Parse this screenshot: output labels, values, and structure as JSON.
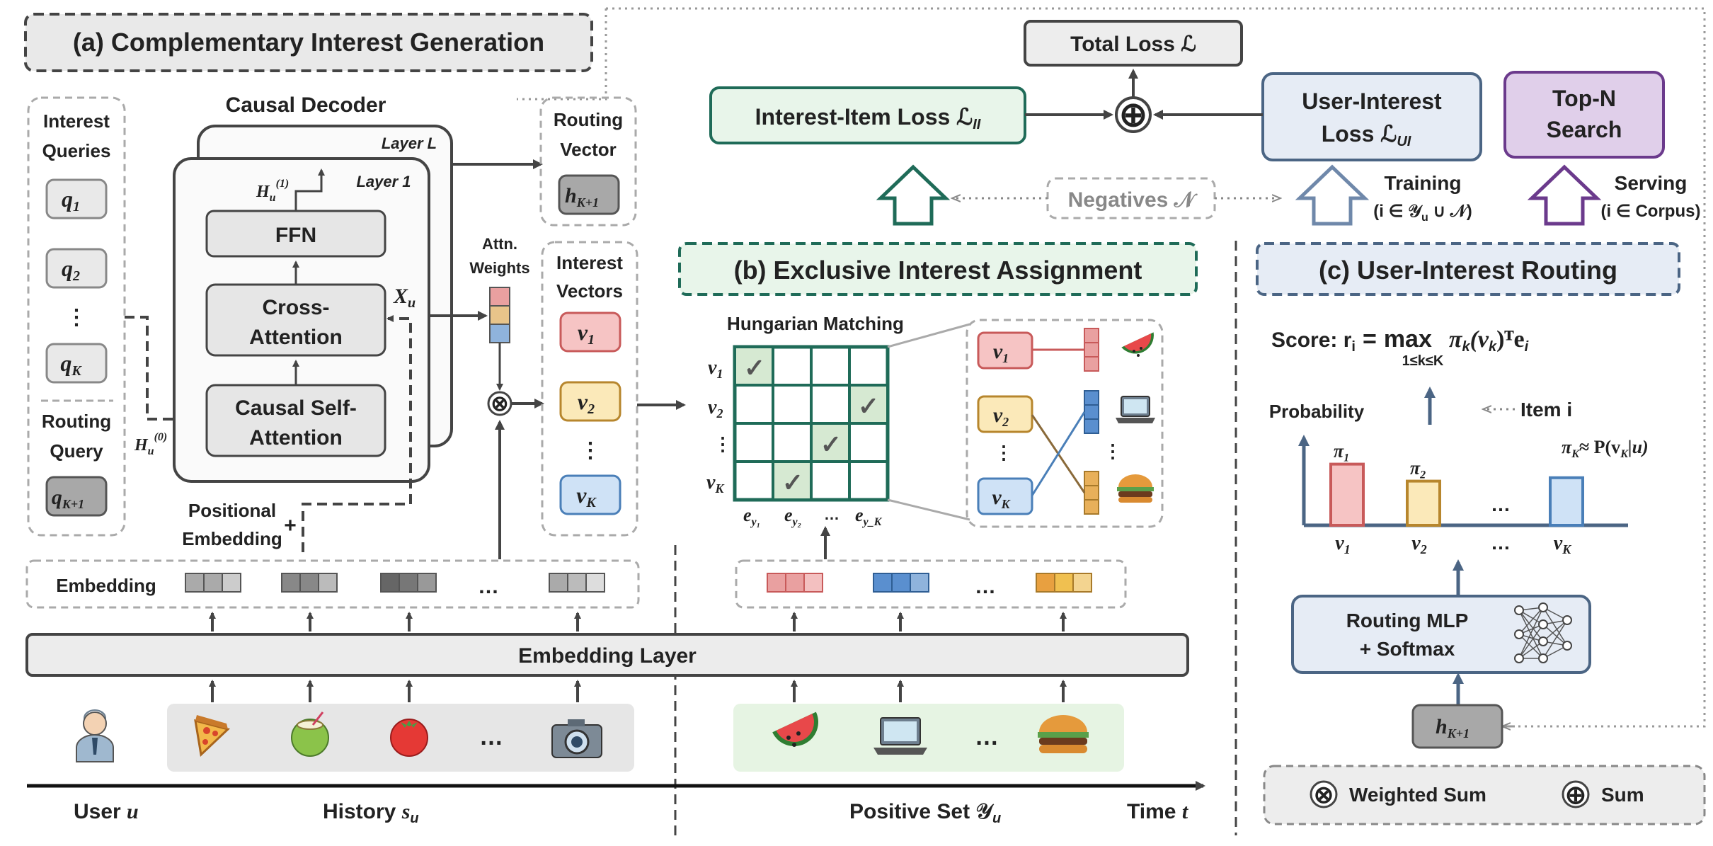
{
  "panel_a": {
    "title": "(a) Complementary Interest Generation",
    "interest_queries_label": [
      "Interest",
      "Queries"
    ],
    "queries": [
      "q",
      "q",
      "q"
    ],
    "query_subs": [
      "1",
      "2",
      "K"
    ],
    "routing_query_label": [
      "Routing",
      "Query"
    ],
    "routing_query": "q",
    "routing_query_sub": "K+1",
    "causal_decoder": "Causal Decoder",
    "layer_L": "Layer L",
    "layer_1": "Layer 1",
    "ffn": "FFN",
    "cross_attention": [
      "Cross-",
      "Attention"
    ],
    "causal_self_attention": [
      "Causal Self-",
      "Attention"
    ],
    "h1_label": "H",
    "h1_sub": "u",
    "h1_sup": "(1)",
    "h0_label": "H",
    "h0_sub": "u",
    "h0_sup": "(0)",
    "xu_label": "X",
    "xu_sub": "u",
    "positional_embedding": [
      "Positional",
      "Embedding"
    ],
    "plus": "+",
    "embedding_label": "Embedding",
    "attn_weights": [
      "Attn.",
      "Weights"
    ],
    "routing_vector_label": [
      "Routing",
      "Vector"
    ],
    "routing_vector": "h",
    "routing_vector_sub": "K+1",
    "interest_vectors_label": [
      "Interest",
      "Vectors"
    ],
    "vectors": [
      "v",
      "v",
      "v"
    ],
    "vector_subs": [
      "1",
      "2",
      "K"
    ],
    "vdots": "⋮",
    "ellipsis": "…",
    "weighted_sum_symbol": "⊗"
  },
  "top": {
    "total_loss": "Total Loss ℒ",
    "interest_item_loss": "Interest-Item Loss ℒ",
    "interest_item_sub": "II",
    "user_interest_loss": [
      "User-Interest",
      "Loss ℒ"
    ],
    "user_interest_sub": "UI",
    "top_n": [
      "Top-N",
      "Search"
    ],
    "negatives": "Negatives 𝒩",
    "training": "Training",
    "training_cond": "(i ∈ 𝒴",
    "training_cond_sub": "u",
    "training_cond_end": " ∪ 𝒩)",
    "serving": "Serving",
    "serving_cond": "(i ∈ Corpus)",
    "sum_symbol": "⊕"
  },
  "panel_b": {
    "title": "(b) Exclusive Interest Assignment",
    "hungarian": "Hungarian Matching",
    "rows": [
      "v",
      "v",
      "⋮",
      "v"
    ],
    "row_subs": [
      "1",
      "2",
      "",
      "K"
    ],
    "cols": [
      "e",
      "e",
      "…",
      "e"
    ],
    "col_subs": [
      "y₁",
      "y₂",
      "",
      "y_K"
    ],
    "check": "✓"
  },
  "panel_c": {
    "title": "(c) User-Interest Routing",
    "score": "Score: r",
    "score_sub": "i",
    "score_eq": "=",
    "score_max": "max",
    "score_max_sub": "1≤k≤K",
    "score_expr": "π",
    "score_expr_sub": "k",
    "score_expr_rest": "(v",
    "score_expr_rest_sub": "k",
    "score_expr_end": ")ᵀe",
    "score_expr_end_sub": "i",
    "probability": "Probability",
    "item_i": "Item i",
    "bars": [
      {
        "label": "v",
        "sub": "1",
        "top": "π",
        "top_sub": "1",
        "value": 0.72,
        "color": "#f6c4c4",
        "stroke": "#c85a5a"
      },
      {
        "label": "v",
        "sub": "2",
        "top": "π",
        "top_sub": "2",
        "value": 0.52,
        "color": "#fbe9b9",
        "stroke": "#b7862d"
      },
      {
        "label": "v",
        "sub": "K",
        "top": "π",
        "top_sub": "K",
        "value": 0.56,
        "color": "#cfe2f6",
        "stroke": "#4a7fb8"
      }
    ],
    "pi_k_expr": "≈ P(v",
    "pi_k_expr_sub": "K",
    "pi_k_expr_end": "|u)",
    "routing_mlp": [
      "Routing MLP",
      "+ Softmax"
    ],
    "hk1": "h",
    "hk1_sub": "K+1",
    "ellipsis": "…"
  },
  "bottom": {
    "embedding_layer": "Embedding Layer",
    "user": "User ",
    "user_var": "u",
    "history": "History ",
    "history_var": "s",
    "history_sub": "u",
    "positive_set": "Positive Set ",
    "positive_var": "𝒴",
    "positive_sub": "u",
    "time": "Time ",
    "time_var": "t",
    "ellipsis": "…"
  },
  "legend": {
    "weighted_sum": "Weighted Sum",
    "sum": "Sum",
    "weighted_sum_symbol": "⊗",
    "sum_symbol": "⊕"
  },
  "colors": {
    "green": "#1f6b58",
    "green_fill": "#e8f5ea",
    "blue_fill": "#e6ecf5",
    "blue_stroke": "#4b6584",
    "purple_fill": "#e0cfea",
    "purple_stroke": "#6b3a8c",
    "gray_fill": "#e9e9e9",
    "dark": "#444444"
  },
  "icons": [
    "user-icon",
    "pizza-icon",
    "coconut-icon",
    "tomato-icon",
    "camera-icon",
    "watermelon-icon",
    "laptop-icon",
    "burger-icon",
    "neural-net-icon"
  ]
}
